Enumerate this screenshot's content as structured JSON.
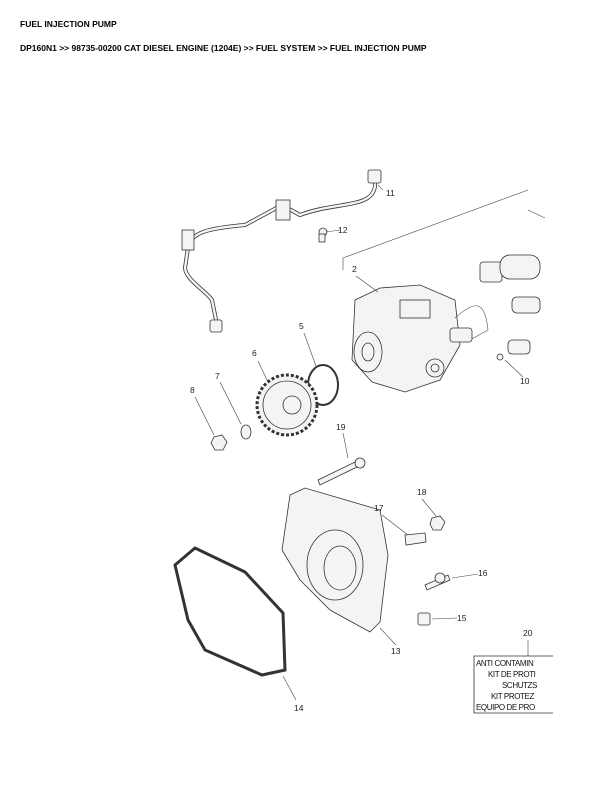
{
  "page": {
    "title": "FUEL INJECTION PUMP",
    "breadcrumb": "DP160N1 >> 98735-00200 CAT DIESEL ENGINE (1204E) >> FUEL SYSTEM >> FUEL INJECTION PUMP"
  },
  "diagram": {
    "callouts": {
      "c2": "2",
      "c5": "5",
      "c6": "6",
      "c7": "7",
      "c8": "8",
      "c10": "10",
      "c11": "11",
      "c12": "12",
      "c13": "13",
      "c14": "14",
      "c15": "15",
      "c16": "16",
      "c17": "17",
      "c18": "18",
      "c19": "19",
      "c20": "20"
    },
    "kit_label": [
      "ANTI CONTAMIN",
      "KIT DE PROTI",
      "SCHUTZS",
      "KIT PROTEZ",
      "EQUIPO DE PRO"
    ]
  }
}
